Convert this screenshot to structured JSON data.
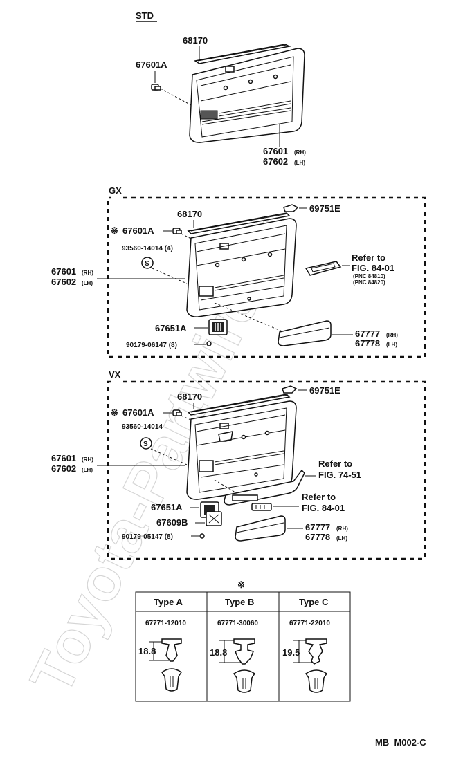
{
  "watermark": "Toyota-Partwire.ru",
  "std": {
    "title": "STD",
    "label_68170": "68170",
    "label_67601A": "67601A",
    "label_67601": "67601",
    "label_67601_side": "(RH)",
    "label_67602": "67602",
    "label_67602_side": "(LH)"
  },
  "gx": {
    "title": "GX",
    "label_68170": "68170",
    "label_69751E": "69751E",
    "label_67601A": "67601A",
    "mark": "※",
    "label_93560": "93560-14014 (4)",
    "s_mark": "S",
    "refer_line1": "Refer to",
    "refer_line2": "FIG. 84-01",
    "pnc_1": "(PNC 84810)",
    "pnc_2": "(PNC 84820)",
    "label_67601": "67601",
    "label_67601_side": "(RH)",
    "label_67602": "67602",
    "label_67602_side": "(LH)",
    "label_67651A": "67651A",
    "label_90179": "90179-06147 (8)",
    "label_67777": "67777",
    "label_67777_side": "(RH)",
    "label_67778": "67778",
    "label_67778_side": "(LH)"
  },
  "vx": {
    "title": "VX",
    "label_68170": "68170",
    "label_69751E": "69751E",
    "label_67601A": "67601A",
    "mark": "※",
    "label_93560": "93560-14014",
    "s_mark": "S",
    "refer_a_line1": "Refer to",
    "refer_a_line2": "FIG. 74-51",
    "refer_b_line1": "Refer to",
    "refer_b_line2": "FIG. 84-01",
    "label_67601": "67601",
    "label_67601_side": "(RH)",
    "label_67602": "67602",
    "label_67602_side": "(LH)",
    "label_67651A": "67651A",
    "label_67609B": "67609B",
    "label_90179": "90179-05147 (8)",
    "label_67777": "67777",
    "label_67777_side": "(RH)",
    "label_67778": "67778",
    "label_67778_side": "(LH)"
  },
  "clip_table": {
    "mark": "※",
    "columns": [
      {
        "type": "Type A",
        "part": "67771-12010",
        "dim": "18.8"
      },
      {
        "type": "Type B",
        "part": "67771-30060",
        "dim": "18.8"
      },
      {
        "type": "Type C",
        "part": "67771-22010",
        "dim": "19.5"
      }
    ]
  },
  "footer_code": "MB  M002-C"
}
